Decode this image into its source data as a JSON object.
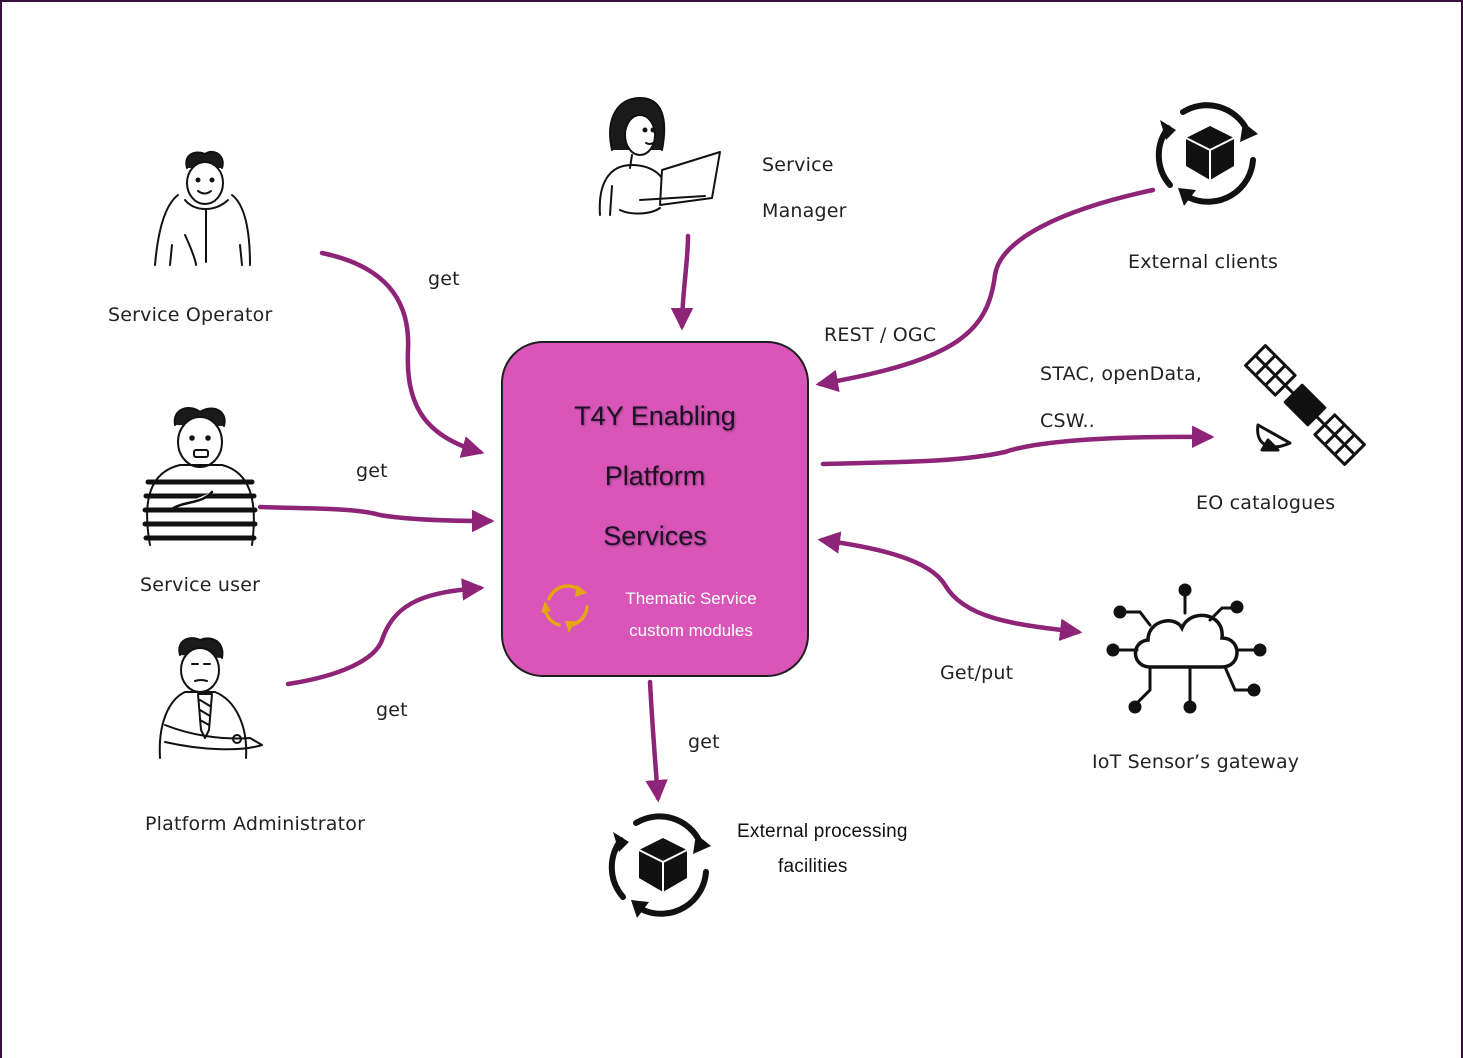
{
  "center": {
    "title_lines": [
      "T4Y Enabling",
      "Platform",
      "Services"
    ],
    "module_lines": [
      "Thematic Service",
      "custom modules"
    ],
    "module_icon": "refresh-cycle-icon"
  },
  "actors": {
    "service_operator": {
      "label": "Service Operator",
      "icon": "person-hoodie-icon"
    },
    "service_manager": {
      "label_lines": [
        "Service",
        "Manager"
      ],
      "icon": "person-laptop-icon"
    },
    "service_user": {
      "label": "Service user",
      "icon": "person-striped-shirt-icon"
    },
    "platform_admin": {
      "label": "Platform Administrator",
      "icon": "person-tie-icon"
    }
  },
  "systems": {
    "external_clients": {
      "label": "External clients",
      "icon": "package-cycle-icon"
    },
    "eo_catalogues": {
      "label": "EO catalogues",
      "icon": "satellite-icon"
    },
    "iot_gateway": {
      "label": "IoT Sensor’s gateway",
      "icon": "cloud-network-icon"
    },
    "external_processing": {
      "label_lines": [
        "External processing",
        "facilities"
      ],
      "icon": "package-cycle-icon"
    }
  },
  "edges": {
    "operator_get": "get",
    "user_get": "get",
    "admin_get": "get",
    "processing_get": "get",
    "clients_protocol": "REST / OGC",
    "eo_protocol_lines": [
      "STAC,  openData,",
      "CSW.."
    ],
    "iot_protocol": "Get/put"
  },
  "colors": {
    "arrow": "#8e2478",
    "core_fill": "#d955b8",
    "module_icon": "#e6a614",
    "frame": "#3b0f3d"
  }
}
